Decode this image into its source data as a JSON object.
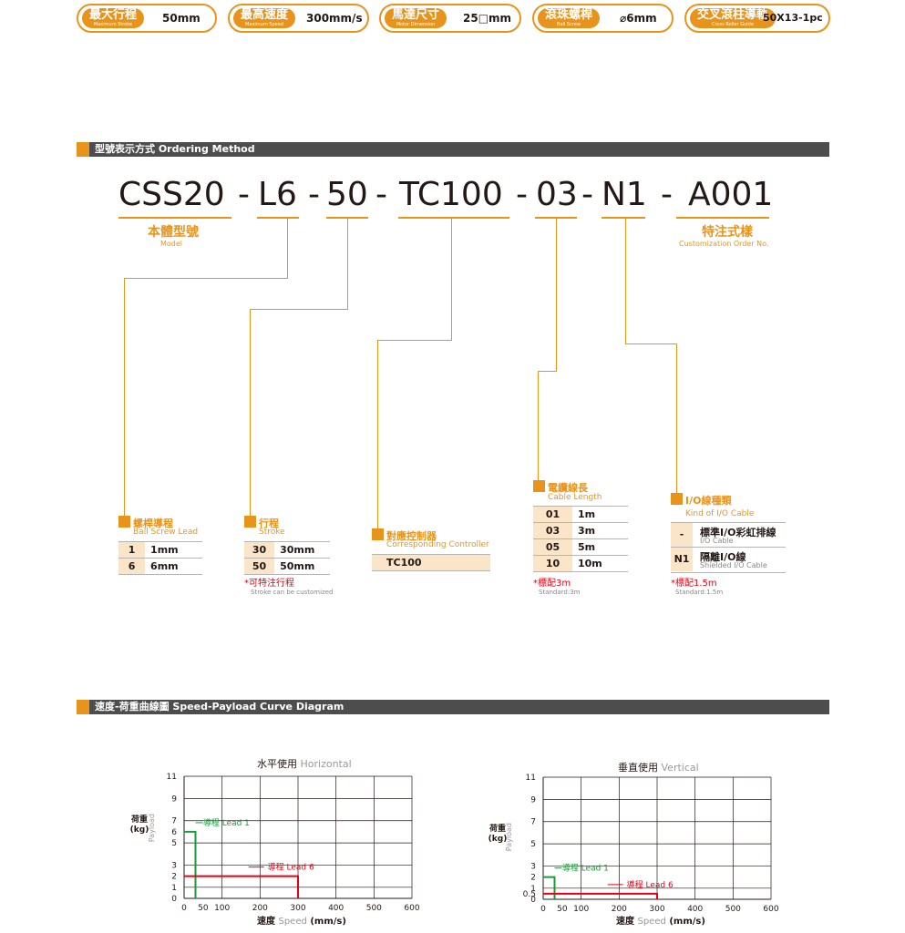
{
  "specs": [
    {
      "label_zh": "最大行程",
      "label_en": "Maximum Stroke",
      "value": "50mm"
    },
    {
      "label_zh": "最高速度",
      "label_en": "Maximum Speed",
      "value": "300mm/s"
    },
    {
      "label_zh": "馬達尺寸",
      "label_en": "Motor Dimension",
      "value": "25□mm"
    },
    {
      "label_zh": "滾珠螺桿",
      "label_en": "Ball Screw",
      "value": "⌀6mm"
    },
    {
      "label_zh": "交叉滾柱導軌",
      "label_en": "Cross Roller Guide",
      "value": "50X13-1pc"
    }
  ],
  "ordering": {
    "title": "型號表示方式 Ordering Method",
    "code": [
      "CSS20",
      "-",
      "L6",
      "-",
      "50",
      "-",
      "TC100",
      "-",
      "03",
      "-",
      "N1",
      "-",
      "A001"
    ],
    "model_zh": "本體型號",
    "model_en": "Model",
    "custom_zh": "特注式樣",
    "custom_en": "Customization Order No.",
    "lead": {
      "zh": "螺桿導程",
      "en": "Ball Screw Lead",
      "rows": [
        [
          "1",
          "1mm"
        ],
        [
          "6",
          "6mm"
        ]
      ]
    },
    "stroke": {
      "zh": "行程",
      "en": "Stroke",
      "rows": [
        [
          "30",
          "30mm"
        ],
        [
          "50",
          "50mm"
        ]
      ],
      "note_zh": "*可特注行程",
      "note_en": "Stroke can be customized"
    },
    "controller": {
      "zh": "對應控制器",
      "en": "Corresponding Controller",
      "rows": [
        [
          "TC100"
        ]
      ]
    },
    "cable": {
      "zh": "電纜線長",
      "en": "Cable Length",
      "rows": [
        [
          "01",
          "1m"
        ],
        [
          "03",
          "3m"
        ],
        [
          "05",
          "5m"
        ],
        [
          "10",
          "10m"
        ]
      ],
      "note_zh": "*標配3m",
      "note_en": "Standard:3m"
    },
    "io": {
      "zh": "I/O線種類",
      "en": "Kind of I/O Cable",
      "rows": [
        [
          "-",
          "標準I/O彩虹排線",
          "I/O Cable"
        ],
        [
          "N1",
          "隔離I/O線",
          "Shielded I/O Cable"
        ]
      ],
      "note_zh": "*標配1.5m",
      "note_en": "Standard:1.5m"
    }
  },
  "curve": {
    "title": "速度-荷重曲線圖 Speed-Payload Curve Diagram"
  },
  "chart_data": [
    {
      "type": "line",
      "title_zh": "水平使用",
      "title_en": "Horizontal",
      "xlabel_zh": "速度",
      "xlabel_en": "Speed",
      "xlabel_unit": "(mm/s)",
      "ylabel_zh": "荷重",
      "ylabel_unit": "(kg)",
      "ylabel_en": "Payload",
      "xticks": [
        "0",
        "50",
        "100",
        "200",
        "300",
        "400",
        "500",
        "600"
      ],
      "yticks": [
        "0",
        "1",
        "2",
        "3",
        "5",
        "6",
        "7",
        "9",
        "11"
      ],
      "xlim": [
        0,
        600
      ],
      "ylim": [
        0,
        11
      ],
      "series": [
        {
          "name": "導程 Lead 1",
          "color": "#1a9a3a",
          "points": [
            [
              0,
              6
            ],
            [
              30,
              6
            ],
            [
              30,
              0
            ]
          ]
        },
        {
          "name": "導程 Lead 6",
          "color": "#e60012",
          "points": [
            [
              0,
              2
            ],
            [
              300,
              2
            ],
            [
              300,
              0
            ]
          ]
        }
      ]
    },
    {
      "type": "line",
      "title_zh": "垂直使用",
      "title_en": "Vertical",
      "xlabel_zh": "速度",
      "xlabel_en": "Speed",
      "xlabel_unit": "(mm/s)",
      "ylabel_zh": "荷重",
      "ylabel_unit": "(kg)",
      "ylabel_en": "Payload",
      "xticks": [
        "0",
        "50",
        "100",
        "200",
        "300",
        "400",
        "500",
        "600"
      ],
      "yticks": [
        "0",
        "0.5",
        "1",
        "2",
        "3",
        "5",
        "7",
        "9",
        "11"
      ],
      "xlim": [
        0,
        600
      ],
      "ylim": [
        0,
        11
      ],
      "series": [
        {
          "name": "導程 Lead 1",
          "color": "#1a9a3a",
          "points": [
            [
              0,
              2
            ],
            [
              30,
              2
            ],
            [
              30,
              0
            ]
          ]
        },
        {
          "name": "導程 Lead 6",
          "color": "#e60012",
          "points": [
            [
              0,
              0.5
            ],
            [
              300,
              0.5
            ],
            [
              300,
              0
            ]
          ]
        }
      ]
    }
  ]
}
